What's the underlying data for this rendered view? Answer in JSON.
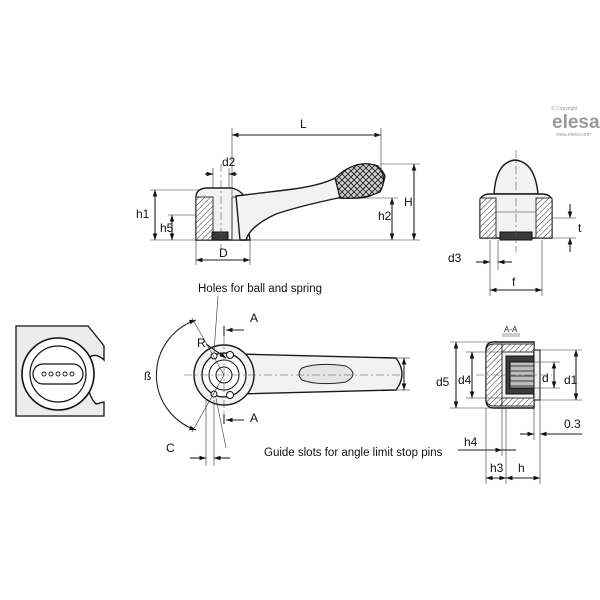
{
  "brand": {
    "copyright": "© Copyright",
    "name": "elesa",
    "website": "www.elesa.com"
  },
  "dimensions": {
    "L": "L",
    "d2": "d2",
    "D": "D",
    "h1": "h1",
    "h5": "h5",
    "h2": "h2",
    "H": "H",
    "t": "t",
    "d3": "d3",
    "f": "f",
    "R": "R",
    "beta": "ß",
    "C": "C",
    "section_A_top": "A",
    "section_A_bottom": "A",
    "section_title": "A-A",
    "d5": "d5",
    "d4": "d4",
    "d": "d",
    "d1": "d1",
    "h4": "h4",
    "h3": "h3",
    "h": "h",
    "offset": "0.3"
  },
  "notes": {
    "holes": "Holes for ball and spring",
    "guide_slots": "Guide slots for angle limit stop pins"
  },
  "colors": {
    "line": "#222222",
    "body_fill": "#f2f2f2",
    "logo": "#9a9a9a"
  }
}
